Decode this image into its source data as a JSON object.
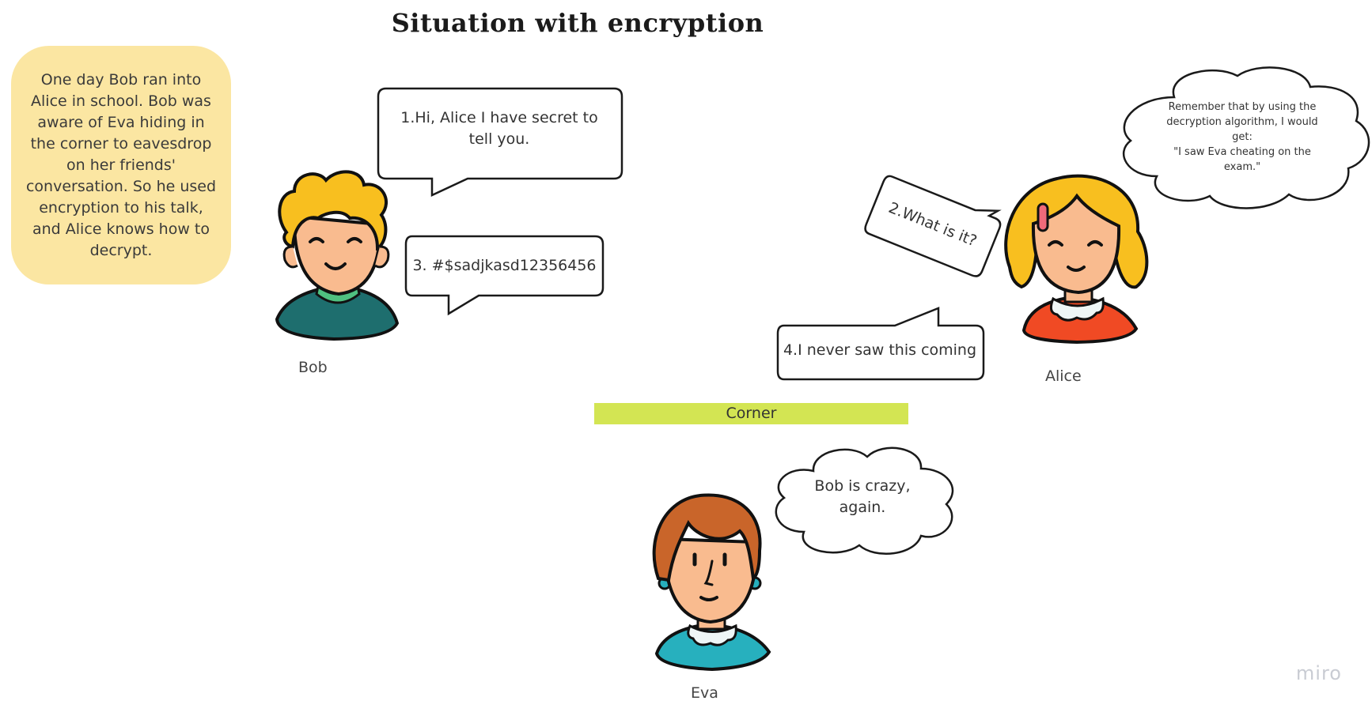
{
  "title": "Situation with  encryption",
  "story": "One day Bob ran into Alice in school. Bob was aware of Eva hiding in the corner to eavesdrop on her friends' conversation. So he used encryption to his talk, and Alice knows how to decrypt.",
  "bubbles": {
    "b1": "1.Hi, Alice I have secret to tell you.",
    "b2": "2.What is it?",
    "b3": "3. #$sadjkasd12356456",
    "b4": "4.I never saw this coming",
    "alice_thought": "Remember that by using the decryption algorithm, I would get:\n\"I saw Eva cheating on the exam.\"",
    "eva_thought": "Bob is crazy, again."
  },
  "names": {
    "bob": "Bob",
    "alice": "Alice",
    "eva": "Eva"
  },
  "corner_label": "Corner",
  "brand": "miro",
  "colors": {
    "story_bg": "#fbe6a2",
    "corner_bar": "#d3e553",
    "bob_hair": "#f8bf1f",
    "bob_shirt": "#1e6e6e",
    "alice_hair": "#f8bf1f",
    "alice_shirt": "#f04a24",
    "eva_hair": "#c9652a",
    "eva_shirt": "#27b0be",
    "skin": "#f9bb8f"
  },
  "icons": [
    "bob-avatar-icon",
    "alice-avatar-icon",
    "eva-avatar-icon"
  ]
}
